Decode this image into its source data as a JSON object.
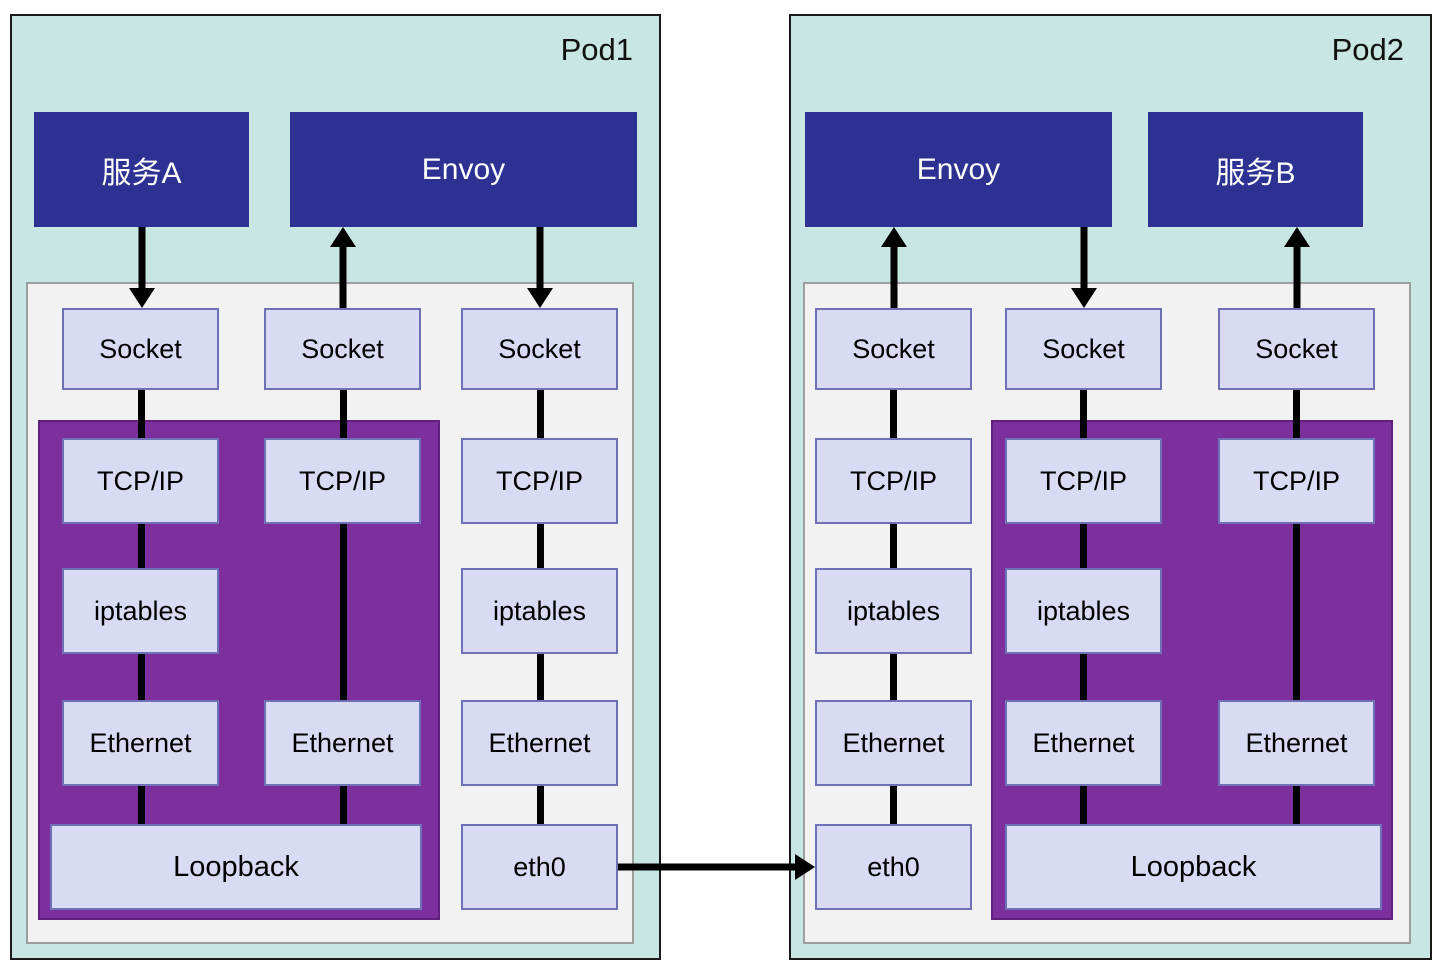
{
  "pod1": {
    "title": "Pod1",
    "service_label": "服务A",
    "envoy_label": "Envoy"
  },
  "pod2": {
    "title": "Pod2",
    "service_label": "服务B",
    "envoy_label": "Envoy"
  },
  "stack_labels": {
    "socket": "Socket",
    "tcpip": "TCP/IP",
    "iptables": "iptables",
    "ethernet": "Ethernet",
    "loopback": "Loopback",
    "eth0": "eth0"
  },
  "colors": {
    "pod_background": "#c8e6e4",
    "pod_border": "#1a1a1a",
    "service_box": "#2d3192",
    "service_text": "#ffffff",
    "inner_panel": "#f2f2f2",
    "loopback_panel": "#7e2f9e",
    "stack_box_fill": "#d9daf3",
    "stack_box_border": "#6f71b8",
    "arrow": "#000000"
  }
}
